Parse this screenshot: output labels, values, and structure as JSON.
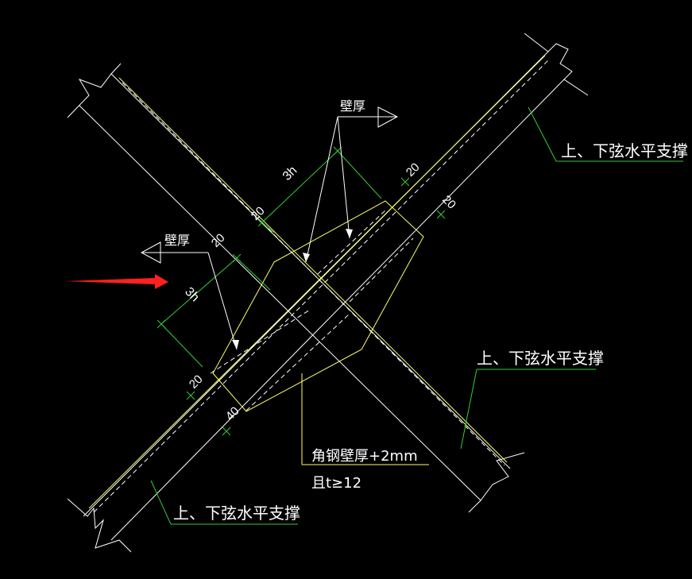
{
  "labels": {
    "brace_top_right": "上、下弦水平支撑",
    "brace_mid_right": "上、下弦水平支撑",
    "brace_bottom_left": "上、下弦水平支撑",
    "wall_top": "壁厚",
    "wall_left": "壁厚",
    "gusset_note_line1": "角钢壁厚+2mm",
    "gusset_note_line2": "且t≥12"
  },
  "dimensions": {
    "three_h_top": "3h",
    "three_h_left": "3h",
    "d20_a": "20",
    "d20_b": "20",
    "d20_c": "20",
    "d20_d": "20",
    "d20_e": "20",
    "d40": "40"
  },
  "colors": {
    "background": "#000000",
    "member_lines": "#ffffff",
    "gusset_yellow": "#ffff66",
    "dimension_green": "#33cc33",
    "arrow_red": "#ff2020"
  }
}
